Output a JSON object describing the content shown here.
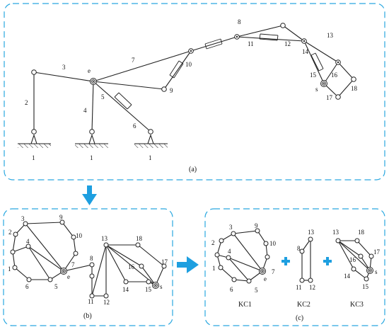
{
  "colors": {
    "frame": "#2aa8e0",
    "arrow": "#1e9fe0",
    "plus": "#1e9fe0",
    "ink": "#222222"
  },
  "panel_a": {
    "caption": "(a)",
    "labels": [
      "1",
      "1",
      "1",
      "2",
      "3",
      "4",
      "5",
      "6",
      "7",
      "8",
      "9",
      "10",
      "11",
      "12",
      "13",
      "14",
      "15",
      "16",
      "17",
      "18",
      "e",
      "s"
    ]
  },
  "panel_b": {
    "caption": "(b)",
    "labels": [
      "1",
      "2",
      "3",
      "4",
      "5",
      "6",
      "7",
      "8",
      "9",
      "10",
      "11",
      "12",
      "13",
      "14",
      "15",
      "16",
      "17",
      "18",
      "e",
      "s"
    ]
  },
  "panel_c": {
    "caption": "(c)",
    "kc1": {
      "title": "KC1",
      "labels": [
        "1",
        "2",
        "3",
        "4",
        "5",
        "6",
        "7",
        "9",
        "10",
        "e"
      ]
    },
    "kc2": {
      "title": "KC2",
      "labels": [
        "8",
        "11",
        "12",
        "13"
      ]
    },
    "kc3": {
      "title": "KC3",
      "labels": [
        "13",
        "14",
        "15",
        "16",
        "17",
        "18",
        "s"
      ]
    },
    "plus_symbol": "+"
  }
}
